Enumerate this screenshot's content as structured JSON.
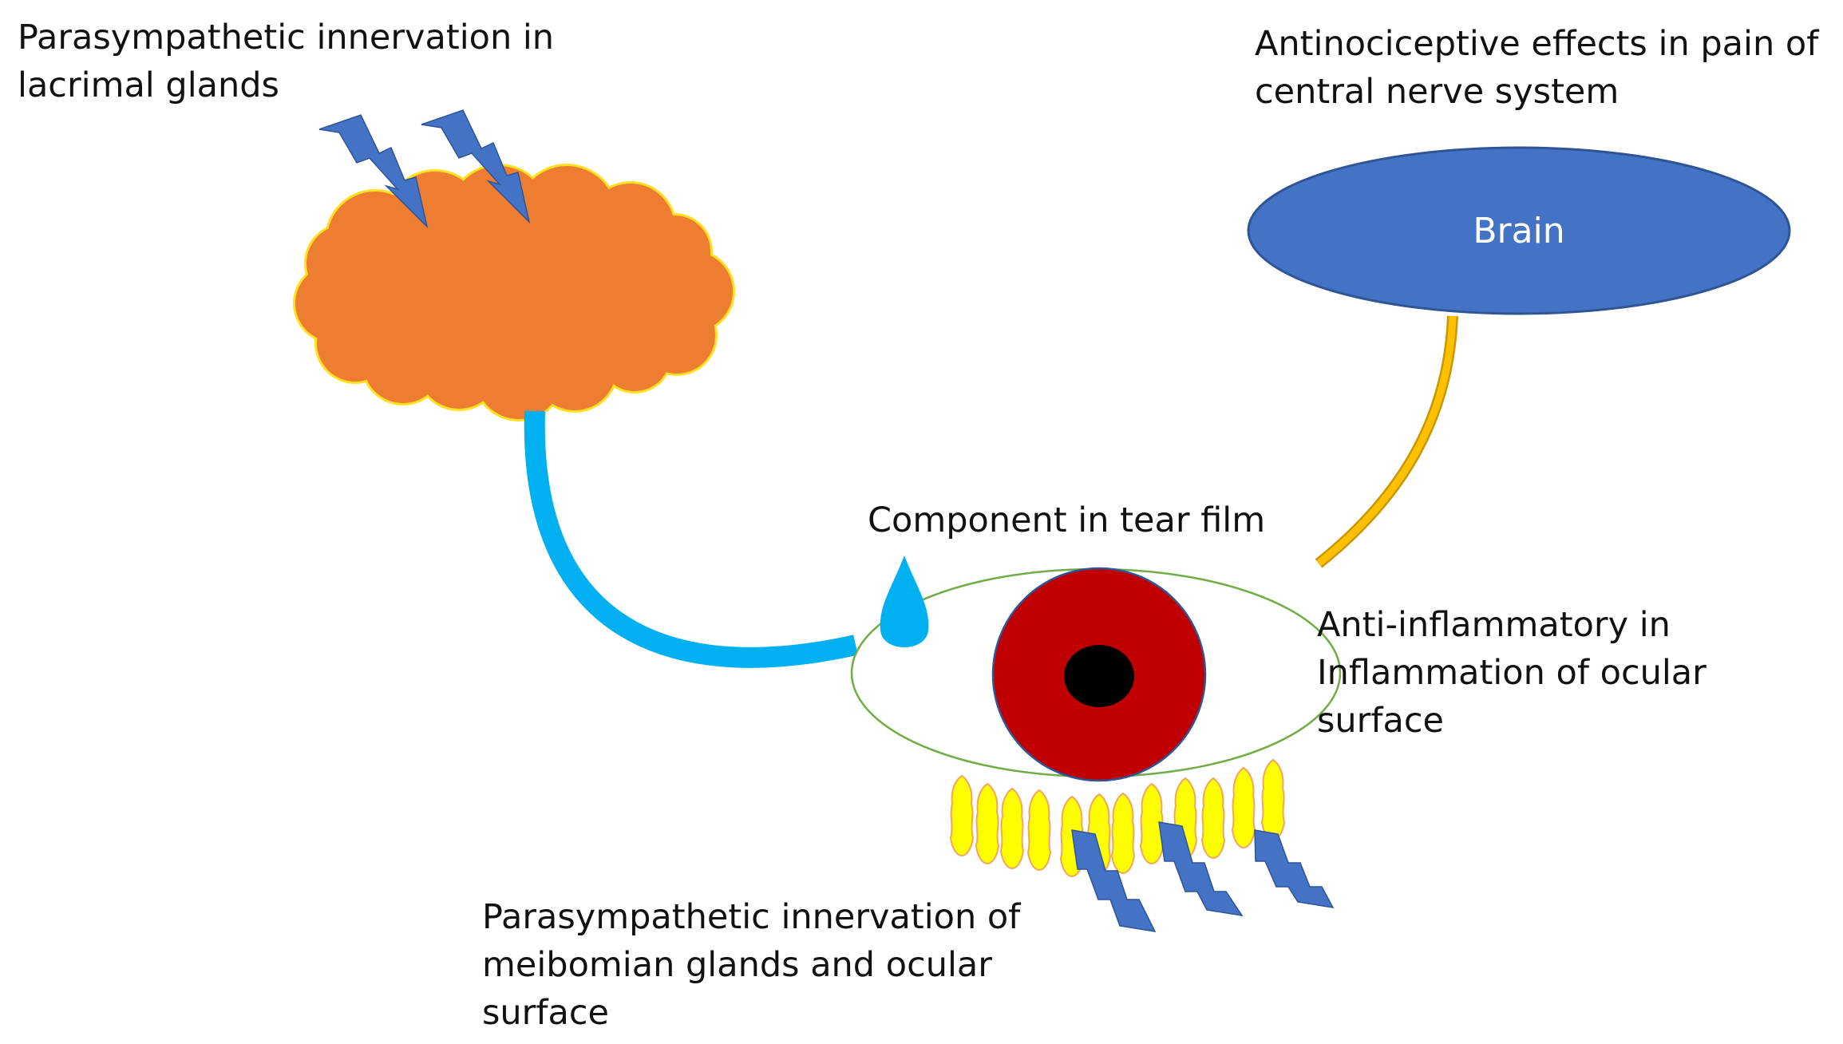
{
  "labels": {
    "lacrimal": "Parasympathetic innervation in\nlacrimal glands",
    "antinociceptive": "Antinociceptive effects in pain of\ncentral nerve system",
    "tear_component": "Component in tear film",
    "anti_inflammatory": "Anti-inflammatory in\nInflammation of ocular\nsurface",
    "meibomian": "Parasympathetic innervation of\nmeibomian glands and ocular\nsurface"
  },
  "brain": {
    "label": "Brain"
  },
  "colors": {
    "cloud_fill": "#ED7D31",
    "cloud_stroke": "#FFE020",
    "duct": "#00B0F0",
    "drop": "#00B0F0",
    "brain_fill": "#4472C4",
    "brain_stroke": "#2F5597",
    "nerve": "#FFC000",
    "nerve_stroke": "#C99700",
    "eye_outline": "#70AD47",
    "iris": "#C00000",
    "iris_stroke": "#2F5597",
    "pupil": "#000000",
    "lightning": "#4472C4",
    "lightning_stroke": "#2F5597",
    "gland_fill": "#FFFF00",
    "gland_stroke": "#F4A460"
  }
}
